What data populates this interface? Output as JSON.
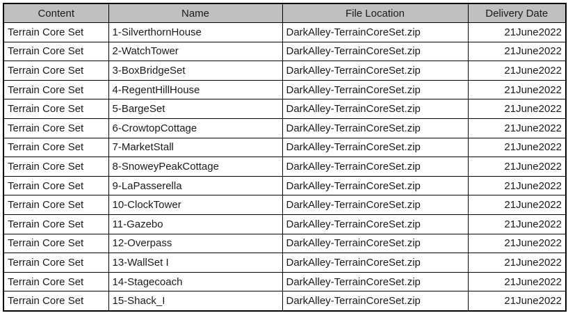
{
  "colors": {
    "header_background": "#c0c0c0",
    "border": "#000000",
    "text": "#1a1a1a",
    "page_background": "#ffffff"
  },
  "table": {
    "columns": {
      "content": "Content",
      "name": "Name",
      "file_location": "File Location",
      "delivery_date": "Delivery Date"
    },
    "rows": [
      {
        "content": "Terrain Core Set",
        "name": "1-SilverthornHouse",
        "file_location": "DarkAlley-TerrainCoreSet.zip",
        "delivery_date": "21June2022"
      },
      {
        "content": "Terrain Core Set",
        "name": "2-WatchTower",
        "file_location": "DarkAlley-TerrainCoreSet.zip",
        "delivery_date": "21June2022"
      },
      {
        "content": "Terrain Core Set",
        "name": "3-BoxBridgeSet",
        "file_location": "DarkAlley-TerrainCoreSet.zip",
        "delivery_date": "21June2022"
      },
      {
        "content": "Terrain Core Set",
        "name": "4-RegentHillHouse",
        "file_location": "DarkAlley-TerrainCoreSet.zip",
        "delivery_date": "21June2022"
      },
      {
        "content": "Terrain Core Set",
        "name": "5-BargeSet",
        "file_location": "DarkAlley-TerrainCoreSet.zip",
        "delivery_date": "21June2022"
      },
      {
        "content": "Terrain Core Set",
        "name": "6-CrowtopCottage",
        "file_location": "DarkAlley-TerrainCoreSet.zip",
        "delivery_date": "21June2022"
      },
      {
        "content": "Terrain Core Set",
        "name": "7-MarketStall",
        "file_location": "DarkAlley-TerrainCoreSet.zip",
        "delivery_date": "21June2022"
      },
      {
        "content": "Terrain Core Set",
        "name": "8-SnoweyPeakCottage",
        "file_location": "DarkAlley-TerrainCoreSet.zip",
        "delivery_date": "21June2022"
      },
      {
        "content": "Terrain Core Set",
        "name": "9-LaPasserella",
        "file_location": "DarkAlley-TerrainCoreSet.zip",
        "delivery_date": "21June2022"
      },
      {
        "content": "Terrain Core Set",
        "name": "10-ClockTower",
        "file_location": "DarkAlley-TerrainCoreSet.zip",
        "delivery_date": "21June2022"
      },
      {
        "content": "Terrain Core Set",
        "name": "11-Gazebo",
        "file_location": "DarkAlley-TerrainCoreSet.zip",
        "delivery_date": "21June2022"
      },
      {
        "content": "Terrain Core Set",
        "name": "12-Overpass",
        "file_location": "DarkAlley-TerrainCoreSet.zip",
        "delivery_date": "21June2022"
      },
      {
        "content": "Terrain Core Set",
        "name": "13-WallSet I",
        "file_location": "DarkAlley-TerrainCoreSet.zip",
        "delivery_date": "21June2022"
      },
      {
        "content": "Terrain Core Set",
        "name": "14-Stagecoach",
        "file_location": "DarkAlley-TerrainCoreSet.zip",
        "delivery_date": "21June2022"
      },
      {
        "content": "Terrain Core Set",
        "name": "15-Shack_I",
        "file_location": "DarkAlley-TerrainCoreSet.zip",
        "delivery_date": "21June2022"
      }
    ]
  }
}
